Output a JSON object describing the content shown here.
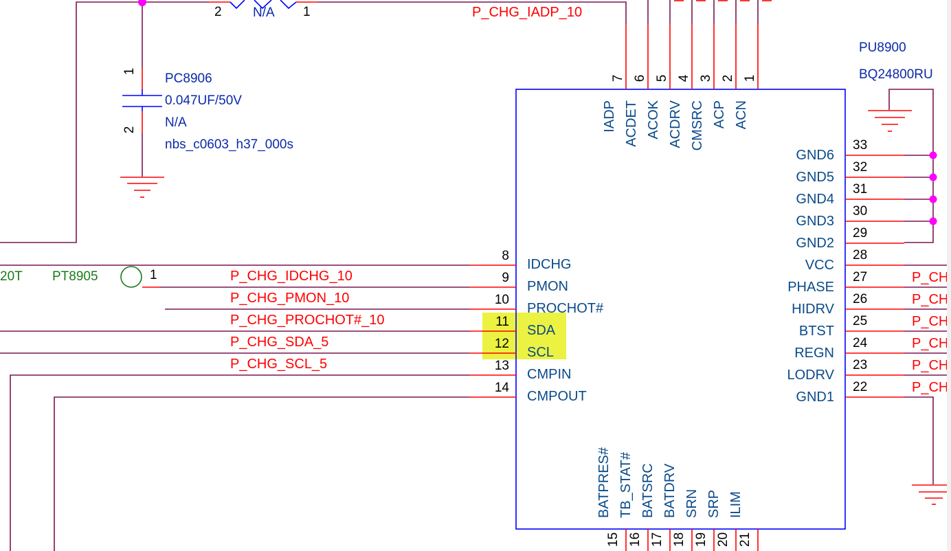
{
  "colors": {
    "wire": "#7a1550",
    "pin": "#ff0000",
    "component_body": "#0000ff",
    "pin_name": "#0a4a8a",
    "net_label": "#ff0000",
    "refdes": "#0a2aa8",
    "testpoint": "#1a7a1a",
    "junction": "#ff00ff",
    "highlight": "#e8f020"
  },
  "resistor": {
    "value": "N/A",
    "pin_left": "2",
    "pin_right": "1"
  },
  "capacitor": {
    "refdes": "PC8906",
    "value": "0.047UF/50V",
    "population": "N/A",
    "footprint": "nbs_c0603_h37_000s",
    "pin_top": "1",
    "pin_bottom": "2"
  },
  "testpoint": {
    "partial_label": "20T",
    "refdes": "PT8905",
    "pin": "1"
  },
  "ic": {
    "refdes": "PU8900",
    "part": "BQ24800RU",
    "top_pins": [
      {
        "num": "7",
        "name": "IADP"
      },
      {
        "num": "6",
        "name": "ACDET"
      },
      {
        "num": "5",
        "name": "ACOK"
      },
      {
        "num": "4",
        "name": "ACDRV"
      },
      {
        "num": "3",
        "name": "CMSRC"
      },
      {
        "num": "2",
        "name": "ACP"
      },
      {
        "num": "1",
        "name": "ACN"
      }
    ],
    "left_pins": [
      {
        "num": "8",
        "name": "IDCHG",
        "net": "P_CHG_IDCHG_10"
      },
      {
        "num": "9",
        "name": "PMON",
        "net": "P_CHG_PMON_10"
      },
      {
        "num": "10",
        "name": "PROCHOT#",
        "net": "P_CHG_PROCHOT#_10"
      },
      {
        "num": "11",
        "name": "SDA",
        "net": "P_CHG_SDA_5",
        "highlighted": true
      },
      {
        "num": "12",
        "name": "SCL",
        "net": "P_CHG_SCL_5",
        "highlighted": true
      },
      {
        "num": "13",
        "name": "CMPIN",
        "net": ""
      },
      {
        "num": "14",
        "name": "CMPOUT",
        "net": ""
      }
    ],
    "right_pins": [
      {
        "num": "33",
        "name": "GND6"
      },
      {
        "num": "32",
        "name": "GND5"
      },
      {
        "num": "31",
        "name": "GND4"
      },
      {
        "num": "30",
        "name": "GND3"
      },
      {
        "num": "29",
        "name": "GND2"
      },
      {
        "num": "28",
        "name": "VCC",
        "net": "P_CH"
      },
      {
        "num": "27",
        "name": "PHASE",
        "net": "P_CH"
      },
      {
        "num": "26",
        "name": "HIDRV",
        "net": "P_CH"
      },
      {
        "num": "25",
        "name": "BTST",
        "net": "P_CH"
      },
      {
        "num": "24",
        "name": "REGN",
        "net": "P_CH"
      },
      {
        "num": "23",
        "name": "LODRV",
        "net": "P_CH"
      },
      {
        "num": "22",
        "name": "GND1"
      }
    ],
    "bottom_pins": [
      {
        "num": "15",
        "name": "BATPRES#"
      },
      {
        "num": "16",
        "name": "TB_STAT#"
      },
      {
        "num": "17",
        "name": "BATSRC"
      },
      {
        "num": "18",
        "name": "BATDRV"
      },
      {
        "num": "19",
        "name": "SRN"
      },
      {
        "num": "20",
        "name": "SRP"
      },
      {
        "num": "21",
        "name": "ILIM"
      }
    ]
  },
  "nets": {
    "iadp": "P_CHG_IADP_10"
  }
}
